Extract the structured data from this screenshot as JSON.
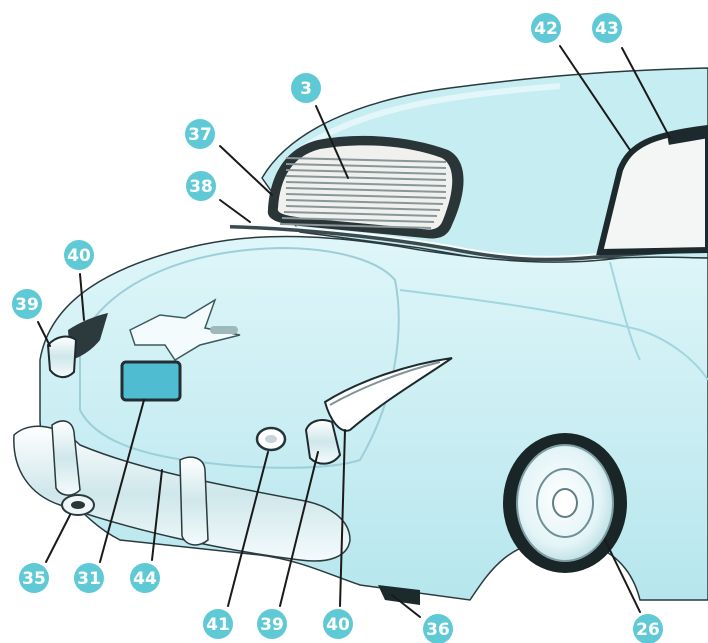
{
  "figure": {
    "palette": {
      "background": "#ffffff",
      "body": "#c9eef3",
      "body_shadow": "#a6dfe7",
      "body_highlight": "#e6f8fa",
      "badge": "#5fc9d6",
      "outline": "#1c2a2e",
      "chrome": "#e9f3f5",
      "glass": "#f1f1f1",
      "glass_lines": "#7a8a8c",
      "plate": "#4fb8d0",
      "tire": "#1b2628"
    },
    "callouts": [
      {
        "id": "c3",
        "label": "3",
        "name": "callout-rear-window"
      },
      {
        "id": "c37",
        "label": "37",
        "name": "callout-rear-window-frame"
      },
      {
        "id": "c38",
        "label": "38",
        "name": "callout-belt-molding"
      },
      {
        "id": "c40a",
        "label": "40",
        "name": "callout-left-tail-fin"
      },
      {
        "id": "c39a",
        "label": "39",
        "name": "callout-left-tail-lamp"
      },
      {
        "id": "c42",
        "label": "42",
        "name": "callout-door-frame"
      },
      {
        "id": "c43",
        "label": "43",
        "name": "callout-drip-molding"
      },
      {
        "id": "c35",
        "label": "35",
        "name": "callout-exhaust"
      },
      {
        "id": "c31",
        "label": "31",
        "name": "callout-license-plate"
      },
      {
        "id": "c44",
        "label": "44",
        "name": "callout-bumper"
      },
      {
        "id": "c41",
        "label": "41",
        "name": "callout-fuel-cap"
      },
      {
        "id": "c39b",
        "label": "39",
        "name": "callout-right-tail-lamp"
      },
      {
        "id": "c40b",
        "label": "40",
        "name": "callout-right-tail-fin"
      },
      {
        "id": "c36",
        "label": "36",
        "name": "callout-mud-flap"
      },
      {
        "id": "c26",
        "label": "26",
        "name": "callout-hubcap"
      }
    ]
  }
}
